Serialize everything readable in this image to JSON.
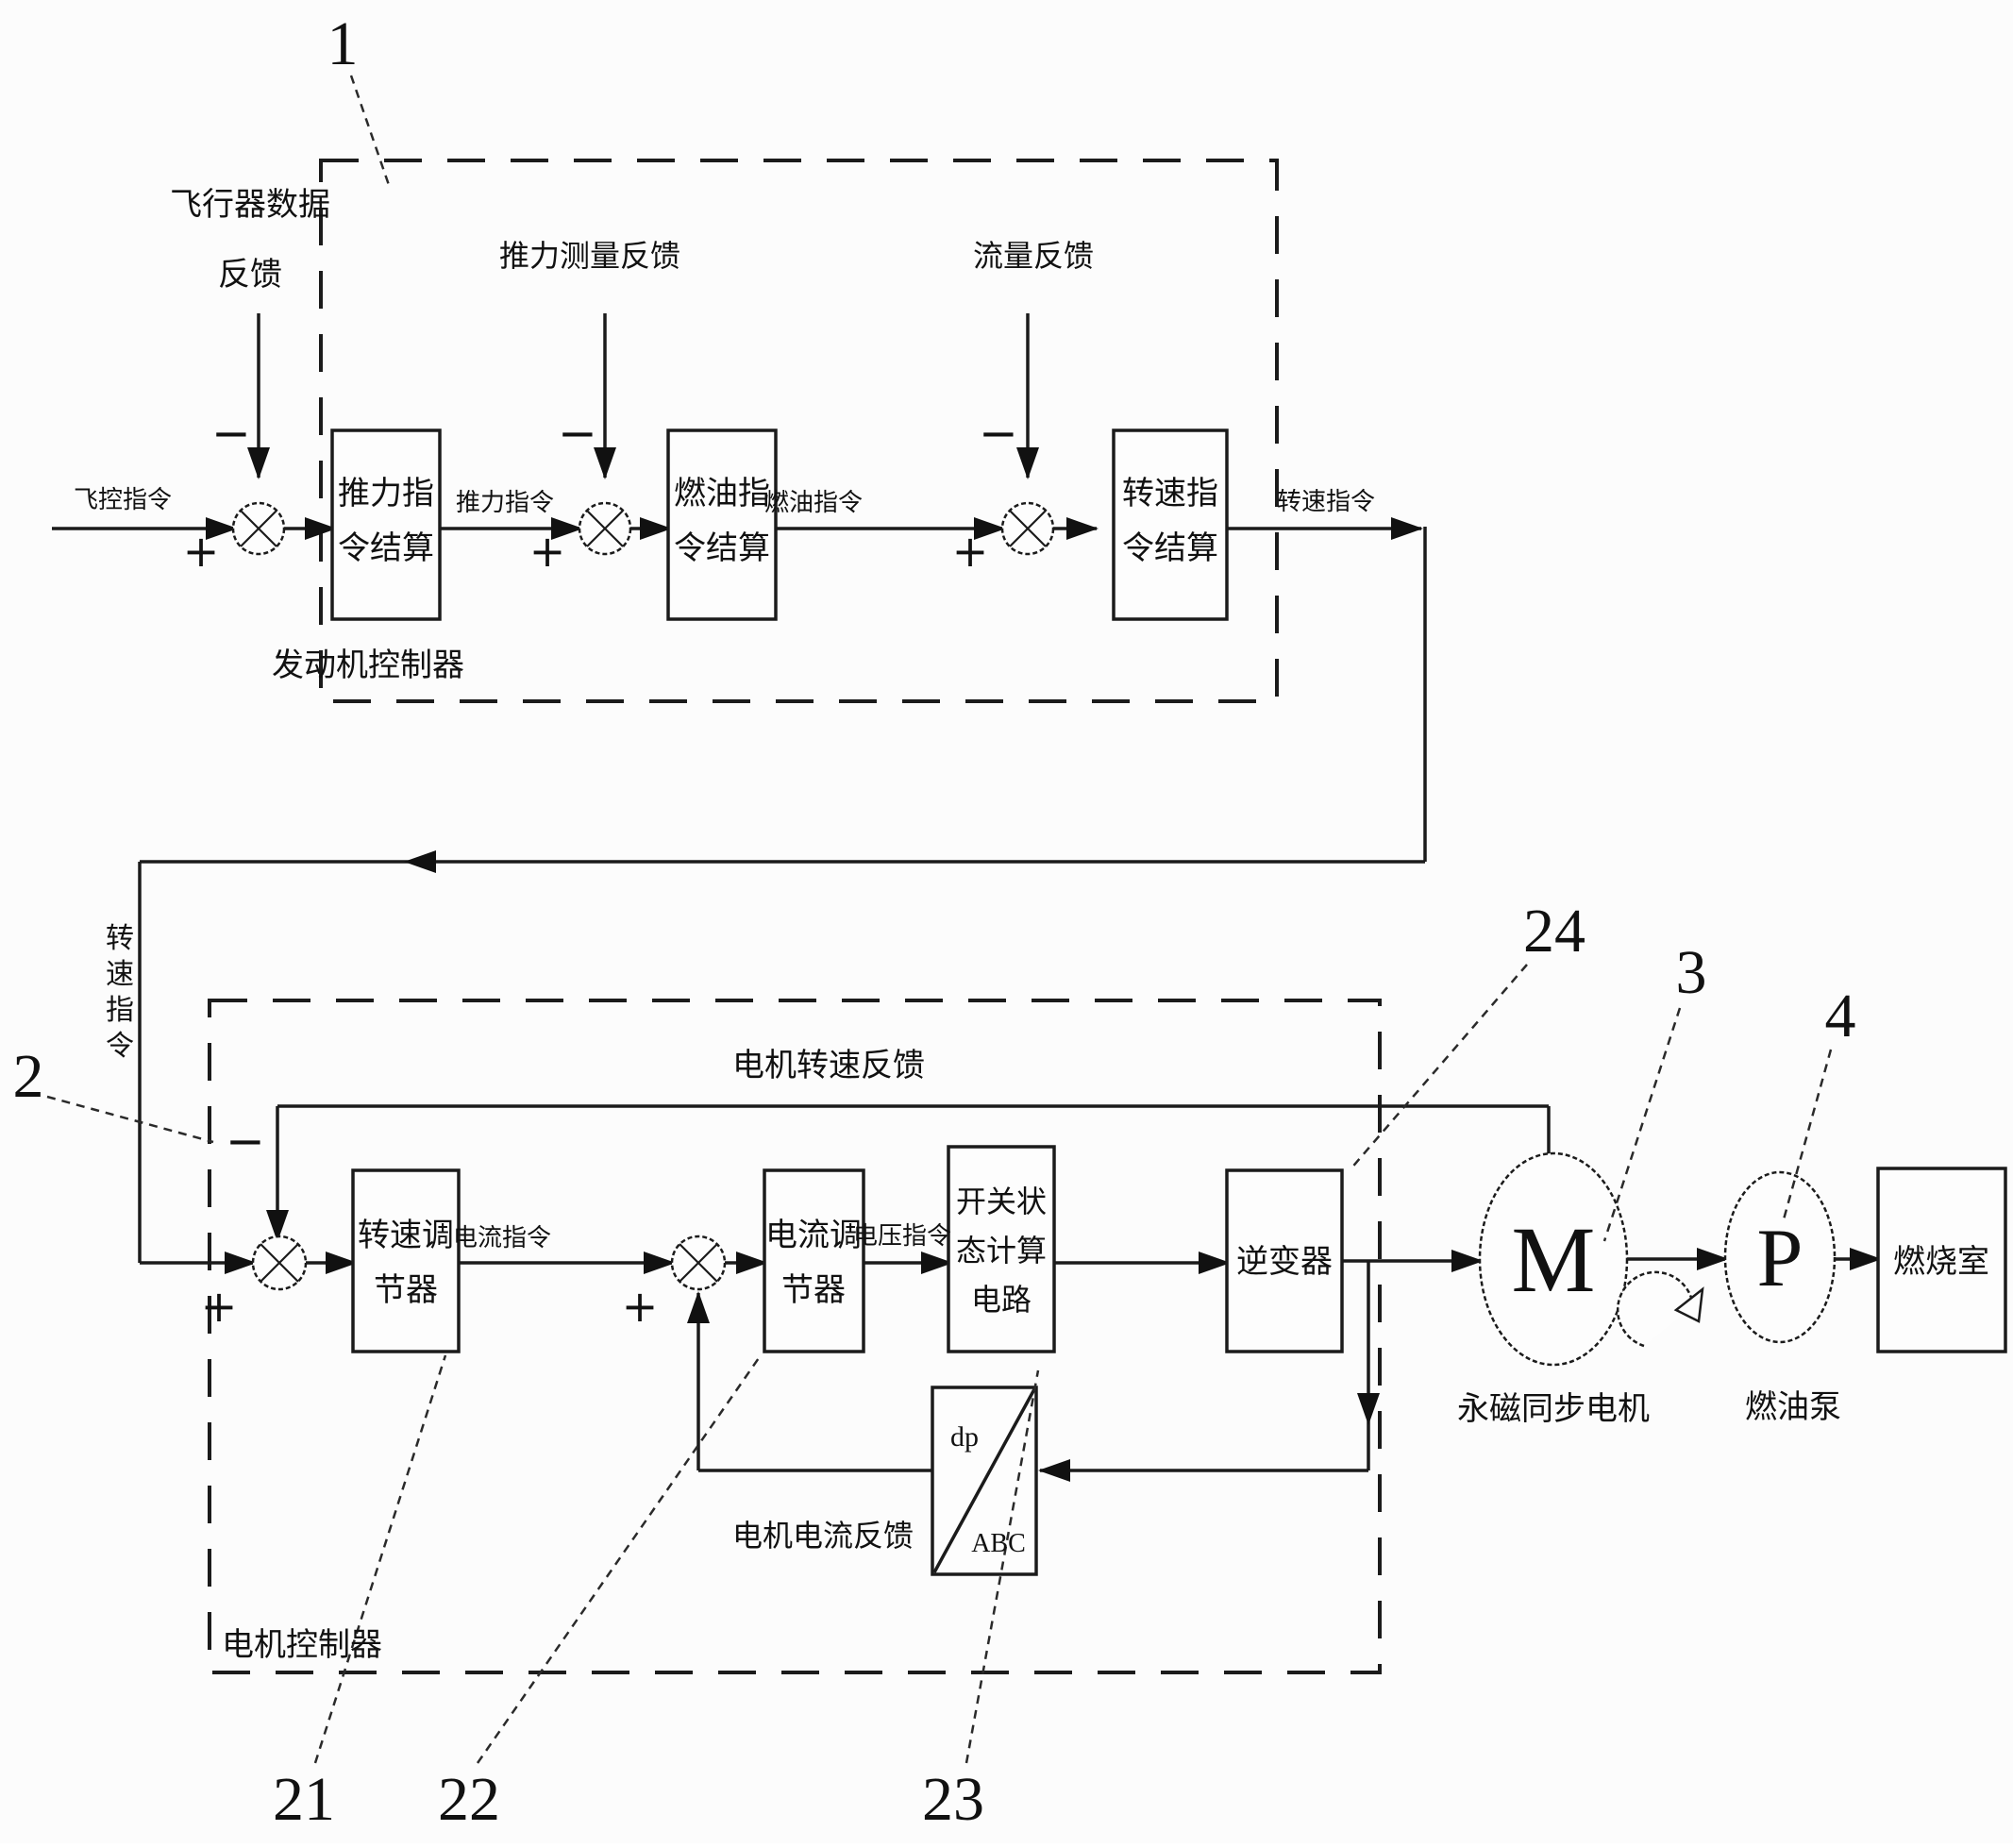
{
  "sym": {
    "plus": "+",
    "minus": "−"
  },
  "callout": {
    "n1": "1",
    "n2": "2",
    "n21": "21",
    "n22": "22",
    "n23": "23",
    "n24": "24",
    "n3": "3",
    "n4": "4"
  },
  "engine": {
    "controller_label": "发动机控制器",
    "input": "飞控指令",
    "fb_aircraft_1": "飞行器数据",
    "fb_aircraft_2": "反馈",
    "blk_thrust_1": "推力指",
    "blk_thrust_2": "令结算",
    "sig_thrust": "推力指令",
    "fb_thrust": "推力测量反馈",
    "blk_fuel_1": "燃油指",
    "blk_fuel_2": "令结算",
    "sig_fuel": "燃油指令",
    "fb_flow": "流量反馈",
    "blk_speed_1": "转速指",
    "blk_speed_2": "令结算",
    "sig_speed": "转速指令"
  },
  "speed_cmd": [
    "转",
    "速",
    "指",
    "令"
  ],
  "motor": {
    "controller_label": "电机控制器",
    "fb_speed": "电机转速反馈",
    "blk_speedreg_1": "转速调",
    "blk_speedreg_2": "节器",
    "sig_current": "电流指令",
    "blk_currreg_1": "电流调",
    "blk_currreg_2": "节器",
    "sig_voltage": "电压指令",
    "blk_switch_1": "开关状",
    "blk_switch_2": "态计算",
    "blk_switch_3": "电路",
    "blk_inverter": "逆变器",
    "fb_current": "电机电流反馈",
    "conv_top": "dp",
    "conv_bottom": "ABC"
  },
  "plant": {
    "motor_letter": "M",
    "motor_label": "永磁同步电机",
    "pump_letter": "P",
    "pump_label": "燃油泵",
    "chamber_label": "燃烧室"
  }
}
